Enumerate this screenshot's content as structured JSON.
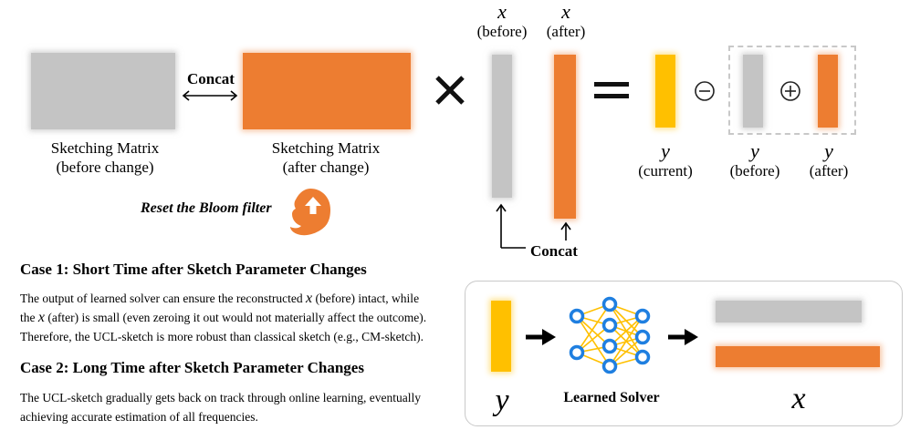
{
  "labels": {
    "concat_top": "Concat",
    "sketch_before_line1": "Sketching Matrix",
    "sketch_before_line2": "(before change)",
    "sketch_after_line1": "Sketching Matrix",
    "sketch_after_line2": "(after change)",
    "times": "×",
    "equals": "=",
    "x_var": "x",
    "before": "(before)",
    "after": "(after)",
    "y_var": "y",
    "current": "(current)",
    "ominus": "⊖",
    "oplus": "⊕",
    "reset_bloom": "Reset the Bloom filter",
    "concat_bottom": "Concat",
    "learned_solver": "Learned Solver"
  },
  "case1": {
    "title": "Case 1: Short Time after Sketch Parameter Changes",
    "l1a": "The output of learned solver can ensure the reconstructed ",
    "l1b": " (before) intact, while",
    "l2a": "the ",
    "l2b": " (after) is small (even zeroing it out would not materially affect the outcome).",
    "l3": "Therefore,  the UCL-sketch is more robust than classical sketch (e.g., CM-sketch)."
  },
  "case2": {
    "title": "Case 2: Long Time after Sketch Parameter Changes",
    "l1": "The UCL-sketch gradually gets back on track through online learning, eventually",
    "l2": "achieving accurate estimation of all frequencies."
  },
  "colors": {
    "orange": "#ed7d31",
    "gray": "#c4c4c4",
    "yellow": "#ffc000",
    "node_blue": "#1f7fe0",
    "edge_yellow": "#ffc000"
  },
  "icons": {
    "reset": "bloom-reset-icon",
    "network": "neural-network-icon"
  }
}
